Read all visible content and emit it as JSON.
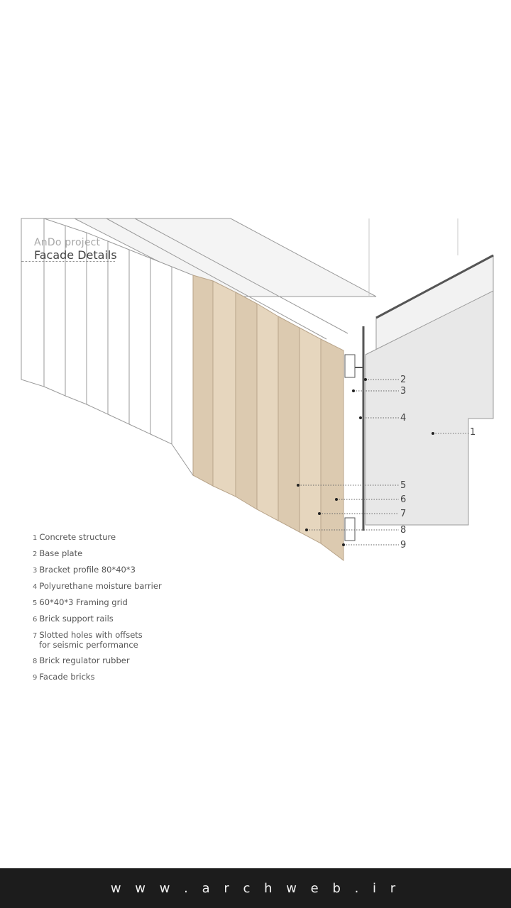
{
  "title": {
    "project": "AnDo project",
    "heading": "Facade Details"
  },
  "legend": [
    {
      "num": "1",
      "text": "Concrete structure"
    },
    {
      "num": "2",
      "text": "Base plate"
    },
    {
      "num": "3",
      "text": "Bracket profile 80*40*3"
    },
    {
      "num": "4",
      "text": "Polyurethane moisture barrier"
    },
    {
      "num": "5",
      "text": "60*40*3 Framing grid"
    },
    {
      "num": "6",
      "text": "Brick support rails"
    },
    {
      "num": "7",
      "text": "Slotted holes with offsets",
      "text2": "for seismic performance"
    },
    {
      "num": "8",
      "text": "Brick regulator rubber"
    },
    {
      "num": "9",
      "text": "Facade bricks"
    }
  ],
  "callouts": [
    "1",
    "2",
    "3",
    "4",
    "5",
    "6",
    "7",
    "8",
    "9"
  ],
  "footer": {
    "site": "w w w . a r c h w e b . i r"
  },
  "colors": {
    "concrete": "#e8e8e8",
    "brick": "#dccab0",
    "brick_edge": "#b8a48a",
    "steel": "#555555",
    "footer_bg": "#1c1c1c"
  }
}
